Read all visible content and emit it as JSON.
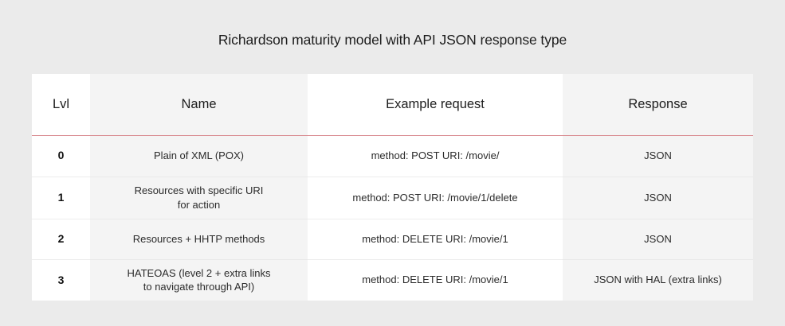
{
  "page": {
    "background_color": "#ebebeb",
    "title": "Richardson maturity model with API JSON response type"
  },
  "table": {
    "accent_rule_color": "#d98a8f",
    "shaded_column_color": "#f4f4f4",
    "columns": [
      {
        "key": "lvl",
        "label": "Lvl",
        "shaded": false
      },
      {
        "key": "name",
        "label": "Name",
        "shaded": true
      },
      {
        "key": "example",
        "label": "Example request",
        "shaded": false
      },
      {
        "key": "response",
        "label": "Response",
        "shaded": true
      }
    ],
    "rows": [
      {
        "lvl": "0",
        "name_line1": "Plain of XML (POX)",
        "name_line2": "",
        "example": "method: POST URI: /movie/",
        "response": "JSON"
      },
      {
        "lvl": "1",
        "name_line1": "Resources with specific URI",
        "name_line2": "for action",
        "example": "method: POST URI: /movie/1/delete",
        "response": "JSON"
      },
      {
        "lvl": "2",
        "name_line1": "Resources + HHTP methods",
        "name_line2": "",
        "example": "method: DELETE URI: /movie/1",
        "response": "JSON"
      },
      {
        "lvl": "3",
        "name_line1": "HATEOAS (level 2 + extra links",
        "name_line2": "to navigate through API)",
        "example": "method: DELETE URI: /movie/1",
        "response": "JSON with HAL (extra links)"
      }
    ]
  }
}
